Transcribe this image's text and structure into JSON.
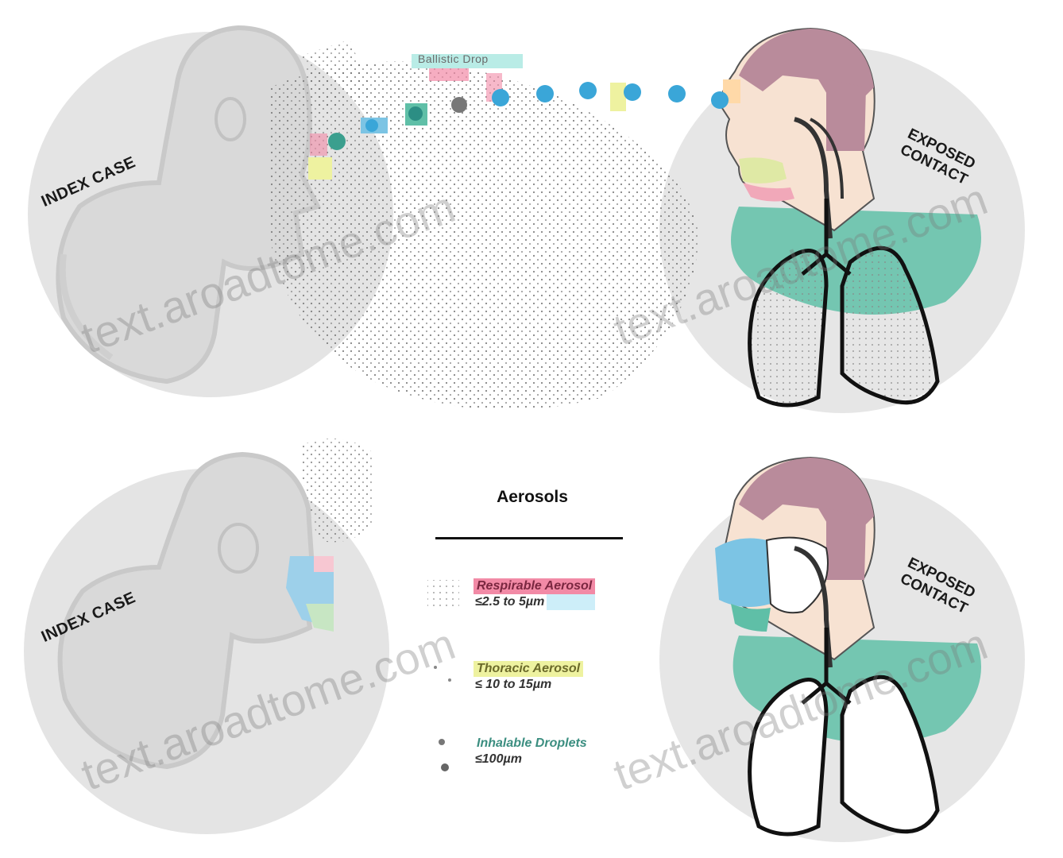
{
  "scene_top": {
    "source_label": "INDEX CASE",
    "target_label_line1": "EXPOSED",
    "target_label_line2": "CONTACT",
    "droplet_stream_label": "Ballistic Drop"
  },
  "scene_bottom": {
    "source_label": "INDEX CASE",
    "target_label_line1": "EXPOSED",
    "target_label_line2": "CONTACT"
  },
  "legend": {
    "title": "Aerosols",
    "items": [
      {
        "name": "Respirable Aerosol",
        "size": "≤2.5 to 5µm",
        "highlight": "#f28aa6"
      },
      {
        "name": "Thoracic Aerosol",
        "size": "≤ 10 to 15µm",
        "highlight": "#eef2a0"
      },
      {
        "name": "Inhalable Droplets",
        "size": "≤100µm",
        "highlight": "#b9ece6"
      }
    ]
  },
  "watermark": "text.aroadtome.com",
  "colors": {
    "head_bg": "#e4e4e4",
    "exposed_head": "#b98b9b",
    "skin": "#f7e2d2",
    "teal": "#5fbfa7",
    "mask_blue": "#7cc4e4",
    "ballistic_blue": "#3aa6d8"
  }
}
